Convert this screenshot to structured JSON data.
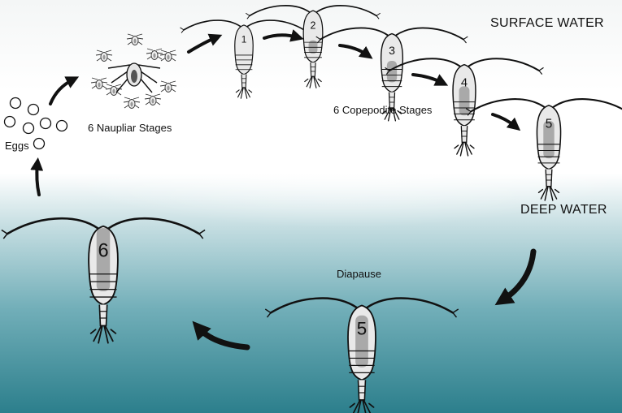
{
  "zones": {
    "surface": "SURFACE WATER",
    "deep": "DEEP WATER"
  },
  "labels": {
    "eggs": "Eggs",
    "naupliar": "6 Naupliar Stages",
    "copepodite": "6 Copepodite Stages",
    "diapause": "Diapause"
  },
  "stages": [
    "1",
    "2",
    "3",
    "4",
    "5",
    "5",
    "6"
  ],
  "colors": {
    "surface": "#ffffff",
    "deep": "#2c7f8c",
    "ink": "#111111",
    "body_fill": "#e9e9e9",
    "gut_fill": "#a9a9a9"
  }
}
